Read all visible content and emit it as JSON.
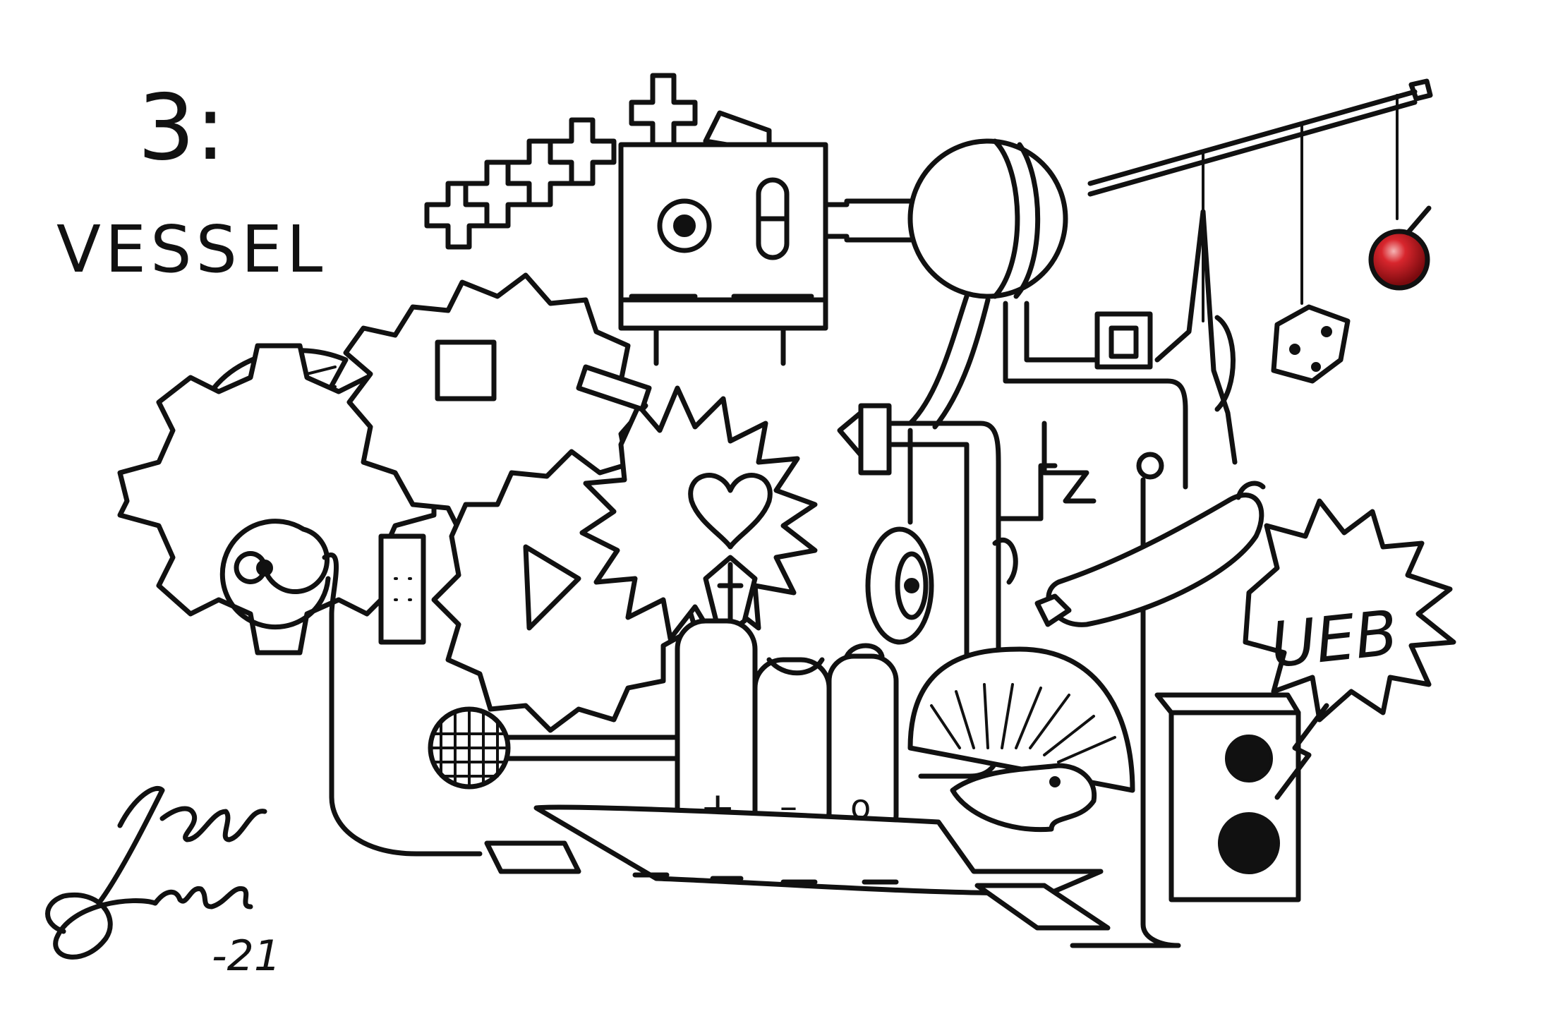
{
  "artwork": {
    "number": "3:",
    "title": "VESSEL",
    "signature": "Janne Kuuinen",
    "year": "-21",
    "burst_text": "UEB",
    "battery_labels": [
      "+",
      "–",
      "o"
    ],
    "colors": {
      "ink": "#111111",
      "paper": "#ffffff",
      "cherry": "#c0141b",
      "cherry_highlight": "#f5b5b5"
    },
    "icons": [
      "gear-icon",
      "square-icon",
      "play-icon",
      "heart-icon",
      "eye-icon",
      "pill-icon",
      "microphone-icon",
      "battery-icon",
      "dice-icon",
      "cherry-icon",
      "sausage-icon",
      "hedgehog-icon",
      "speaker-icon",
      "plus-icon",
      "spiral-icon"
    ]
  }
}
